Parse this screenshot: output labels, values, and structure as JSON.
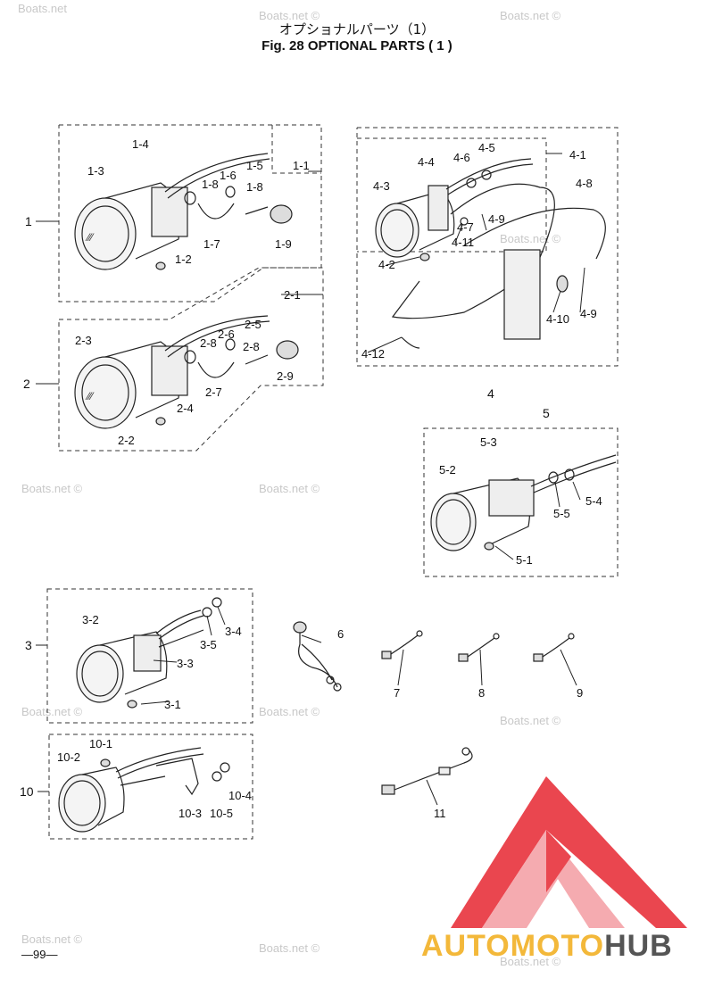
{
  "header": {
    "title_jp": "オプショナルパーツ（1）",
    "title_en": "Fig. 28   OPTIONAL PARTS ( 1 )"
  },
  "groups": {
    "g1": "1",
    "g2": "2",
    "g3": "3",
    "g4": "4",
    "g5": "5",
    "g10": "10"
  },
  "callouts": {
    "c1_1": "1-1",
    "c1_2": "1-2",
    "c1_3": "1-3",
    "c1_4": "1-4",
    "c1_5": "1-5",
    "c1_6": "1-6",
    "c1_7": "1-7",
    "c1_8a": "1-8",
    "c1_8b": "1-8",
    "c1_9": "1-9",
    "c2_1": "2-1",
    "c2_2": "2-2",
    "c2_3": "2-3",
    "c2_4": "2-4",
    "c2_5": "2-5",
    "c2_6": "2-6",
    "c2_7": "2-7",
    "c2_8a": "2-8",
    "c2_8b": "2-8",
    "c2_9": "2-9",
    "c3_1": "3-1",
    "c3_2": "3-2",
    "c3_3": "3-3",
    "c3_4": "3-4",
    "c3_5": "3-5",
    "c4_1": "4-1",
    "c4_2": "4-2",
    "c4_3": "4-3",
    "c4_4": "4-4",
    "c4_5": "4-5",
    "c4_6": "4-6",
    "c4_7": "4-7",
    "c4_8": "4-8",
    "c4_9a": "4-9",
    "c4_9b": "4-9",
    "c4_10": "4-10",
    "c4_11": "4-11",
    "c4_12": "4-12",
    "c5_1": "5-1",
    "c5_2": "5-2",
    "c5_3": "5-3",
    "c5_4": "5-4",
    "c5_5": "5-5",
    "c6": "6",
    "c7": "7",
    "c8": "8",
    "c9": "9",
    "c11": "11",
    "c10_1": "10-1",
    "c10_2": "10-2",
    "c10_3": "10-3",
    "c10_4": "10-4",
    "c10_5": "10-5"
  },
  "watermark": "Boats.net ©",
  "watermark_short": "Boats.net",
  "footer": {
    "page_number": "—99—",
    "brand_part1": "AUTOMOTO",
    "brand_part2": "HUB"
  },
  "colors": {
    "logo_red": "#e8323c",
    "logo_pink": "#f5a3a8",
    "brand_yellow": "#f3b83a",
    "brand_gray": "#555555"
  }
}
